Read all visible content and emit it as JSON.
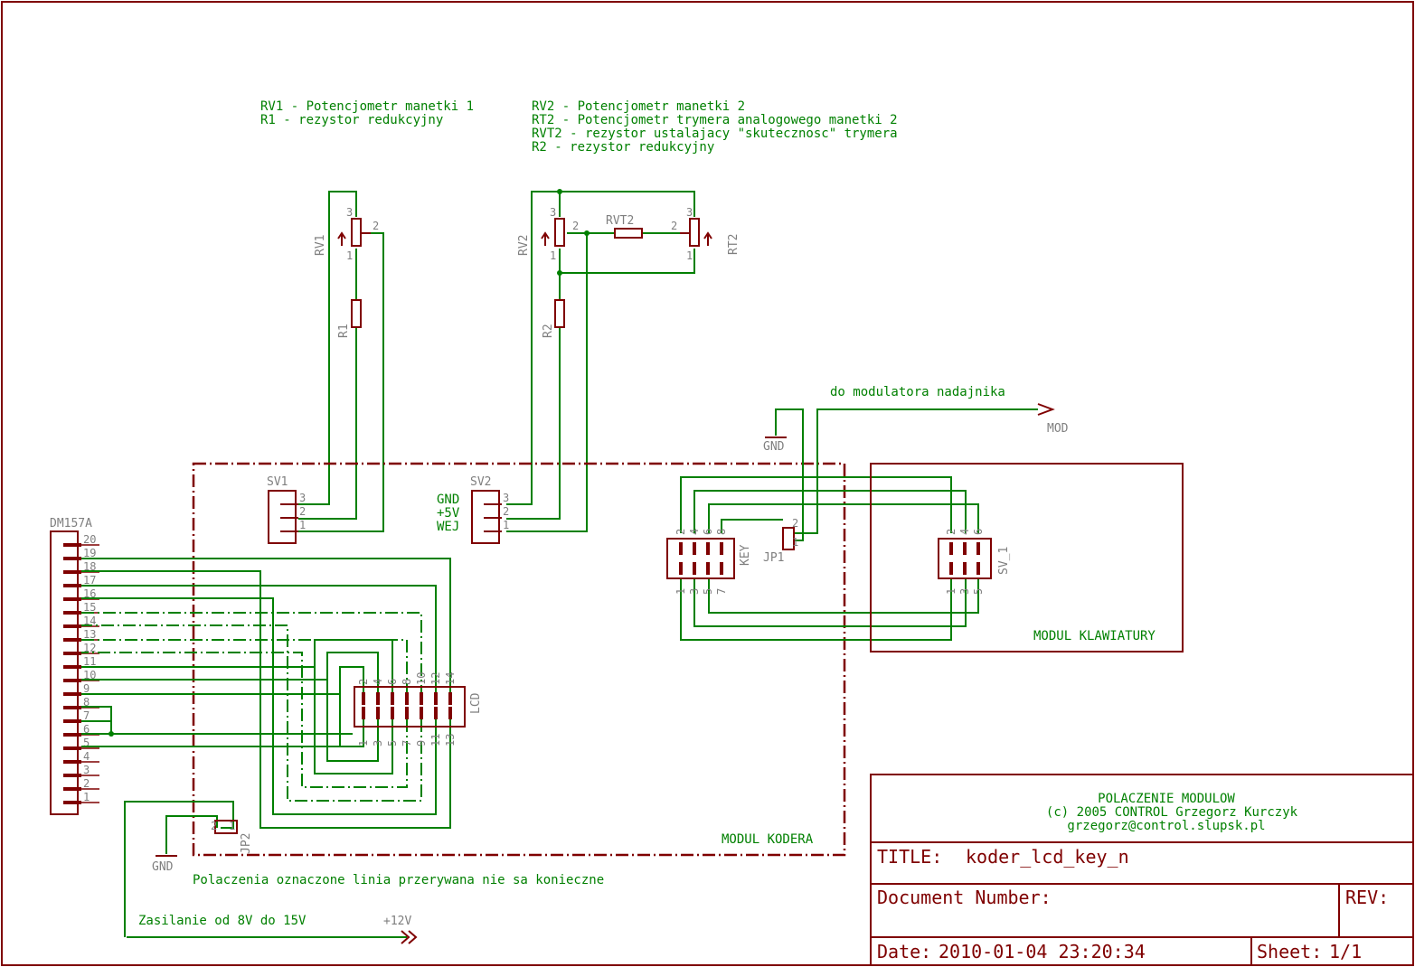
{
  "colors": {
    "wire": "#008000",
    "part": "#7f0000",
    "label": "#7f7f7f",
    "background": "#ffffff"
  },
  "legend": {
    "left": [
      "RV1 - Potencjometr manetki 1",
      "R1  - rezystor redukcyjny"
    ],
    "right": [
      "RV2  - Potencjometr manetki 2",
      "RT2  - Potencjometr trymera analogowego manetki 2",
      "RVT2 - rezystor ustalajacy \"skutecznosc\" trymera",
      "R2   - rezystor redukcyjny"
    ]
  },
  "components": {
    "rv1": "RV1",
    "r1": "R1",
    "rv2": "RV2",
    "r2": "R2",
    "rvt2": "RVT2",
    "rt2": "RT2",
    "sv1": "SV1",
    "sv2": "SV2",
    "dm": "DM157A",
    "lcd": "LCD",
    "key": "KEY",
    "jp1": "JP1",
    "jp2": "JP2",
    "sv_1": "SV_1",
    "mod": "MOD",
    "gnd1": "GND",
    "gnd2": "GND",
    "p12": "+12V"
  },
  "sv2_signals": [
    "GND",
    "+5V",
    "WEJ"
  ],
  "dm_pins": [
    "20",
    "19",
    "18",
    "17",
    "16",
    "15",
    "14",
    "13",
    "12",
    "11",
    "10",
    "9",
    "8",
    "7",
    "6",
    "5",
    "4",
    "3",
    "2",
    "1"
  ],
  "lcd_pins_top": [
    "2",
    "4",
    "6",
    "8",
    "10",
    "12",
    "14"
  ],
  "lcd_pins_bottom": [
    "1",
    "3",
    "5",
    "7",
    "9",
    "11",
    "13"
  ],
  "key_pins_top": [
    "2",
    "4",
    "6",
    "8"
  ],
  "key_pins_bottom": [
    "1",
    "3",
    "5",
    "7"
  ],
  "sv_1_pins_top": [
    "2",
    "4",
    "6"
  ],
  "sv_1_pins_bottom": [
    "1",
    "3",
    "5"
  ],
  "notes": {
    "mod_label": "do modulatora nadajnika",
    "dashed": "Polaczenia oznaczone linia przerywana nie sa konieczne",
    "supply": "Zasilanie od 8V do 15V"
  },
  "modules": {
    "kodera": "MODUL KODERA",
    "klawiatury": "MODUL KLAWIATURY"
  },
  "title_block": {
    "line1": "POLACZENIE MODULOW",
    "line2": "(c) 2005 CONTROL Grzegorz Kurczyk",
    "line3": "grzegorz@control.slupsk.pl",
    "title_label": "TITLE:",
    "title": "koder_lcd_key_n",
    "doc_label": "Document Number:",
    "rev_label": "REV:",
    "date_label": "Date:",
    "date": "2010-01-04 23:20:34",
    "sheet_label": "Sheet:",
    "sheet": "1/1"
  }
}
